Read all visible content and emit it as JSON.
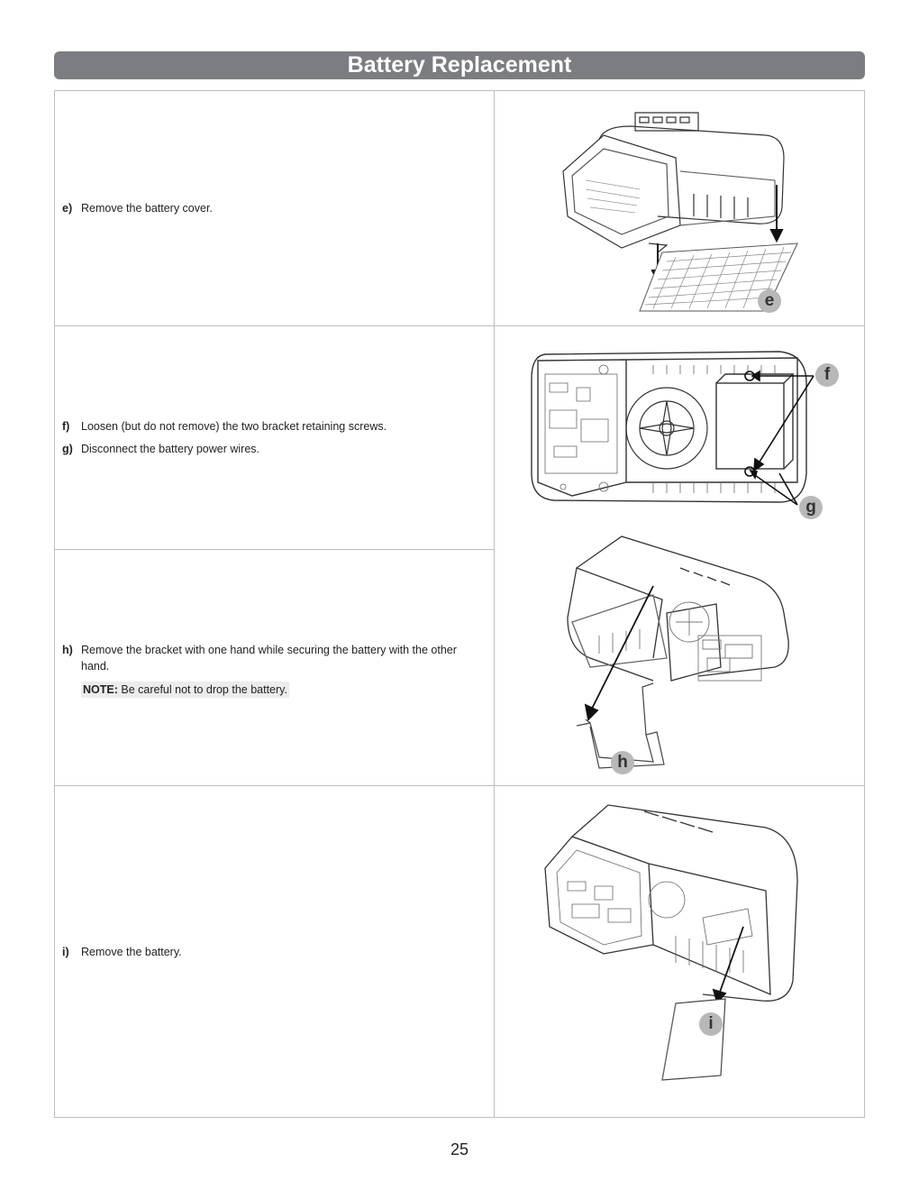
{
  "title": "Battery Replacement",
  "steps": [
    {
      "letter": "e)",
      "text": "Remove the battery cover."
    },
    {
      "letter": "f)",
      "text": "Loosen (but do not remove) the two bracket retaining screws."
    },
    {
      "letter": "g)",
      "text": "Disconnect the battery power wires."
    },
    {
      "letter": "h)",
      "text": "Remove the bracket with one hand while securing the battery with the other hand."
    },
    {
      "letter": "i)",
      "text": "Remove the battery."
    }
  ],
  "note": {
    "label": "NOTE:",
    "text": " Be careful not to drop the battery."
  },
  "callouts": {
    "e": "e",
    "f": "f",
    "g": "g",
    "h": "h",
    "i": "i"
  },
  "page_number": "25"
}
